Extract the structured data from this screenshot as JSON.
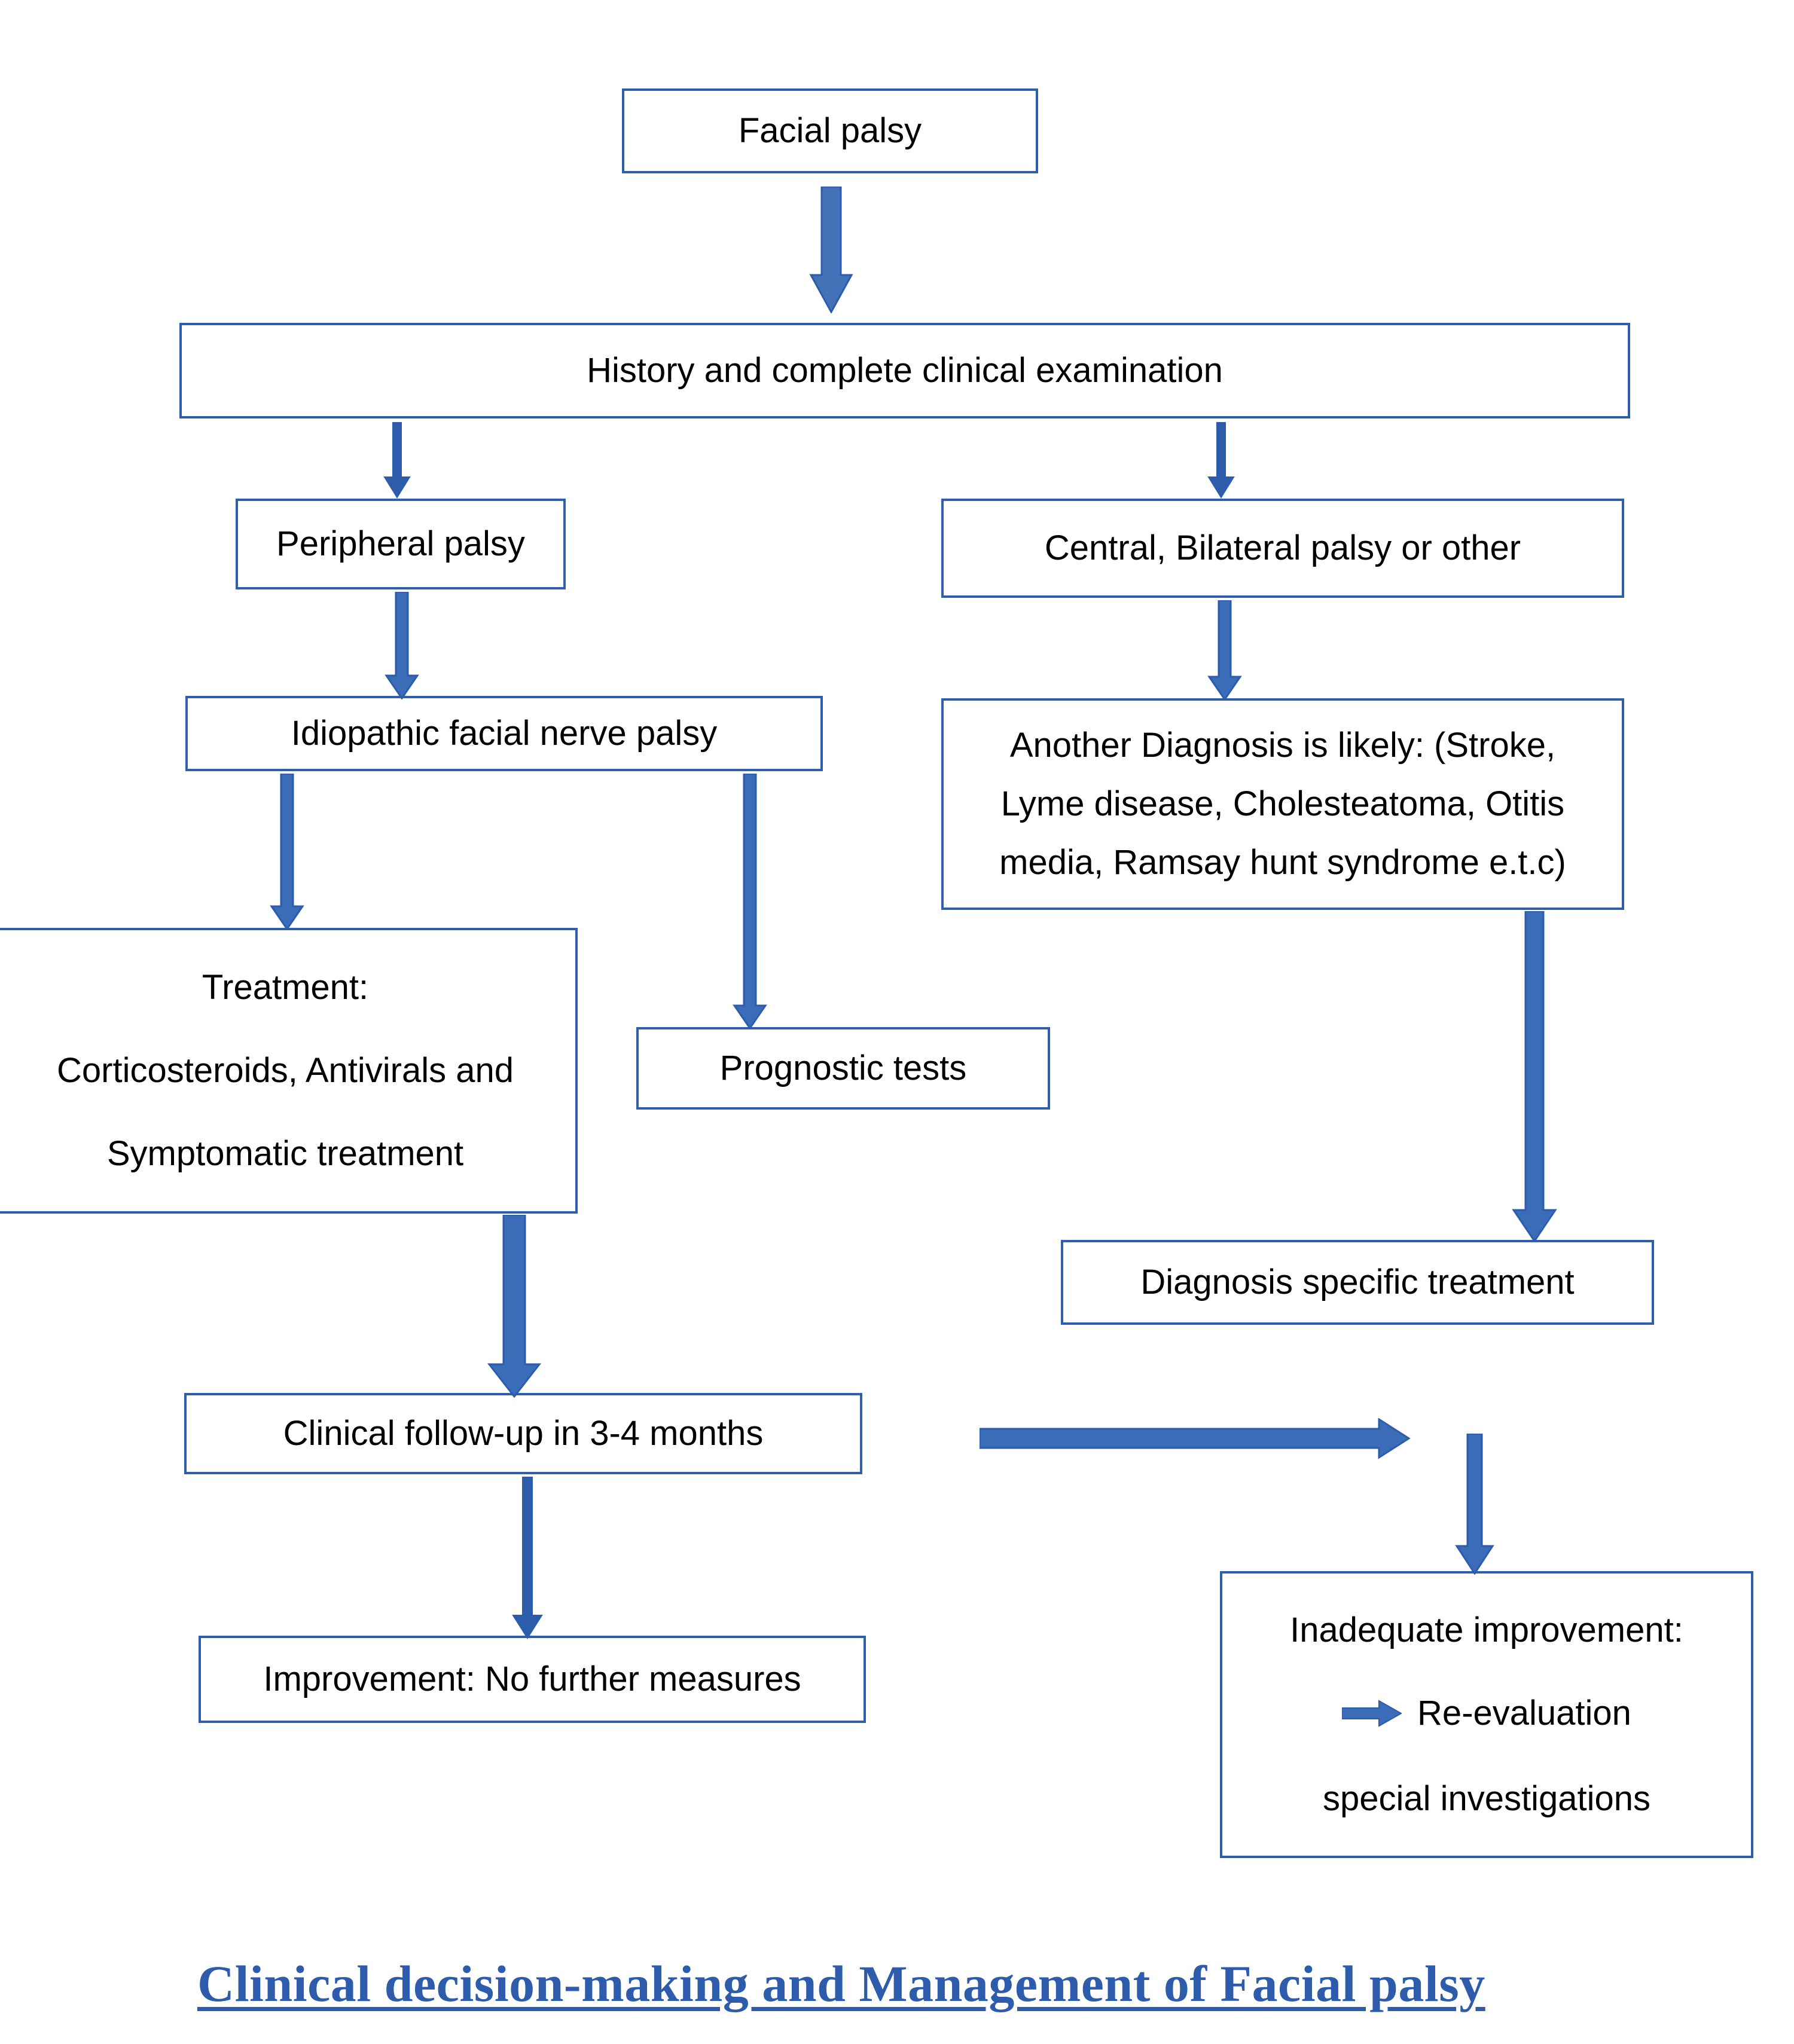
{
  "diagram": {
    "title": "Clinical decision-making and Management of Facial palsy",
    "accent_color": "#2E5FAC",
    "arrow_color": "#3A6CB8",
    "title_color": "#2C5CAB",
    "text_color": "#000000",
    "background": "#ffffff",
    "type": "flowchart"
  },
  "nodes": {
    "facial_palsy": {
      "text": "Facial palsy"
    },
    "history": {
      "text": "History and complete clinical examination"
    },
    "peripheral": {
      "text": "Peripheral palsy"
    },
    "central": {
      "text": "Central, Bilateral palsy or other"
    },
    "idiopathic": {
      "text": "Idiopathic facial nerve palsy"
    },
    "another_diagnosis": {
      "lines": [
        "Another Diagnosis is likely: (Stroke,",
        "Lyme disease, Cholesteatoma, Otitis",
        "media, Ramsay hunt syndrome e.t.c)"
      ]
    },
    "treatment": {
      "lines": [
        "Treatment:",
        "Corticosteroids, Antivirals and",
        "Symptomatic treatment"
      ]
    },
    "prognostic": {
      "text": "Prognostic tests"
    },
    "dx_specific": {
      "text": "Diagnosis specific treatment"
    },
    "followup": {
      "text": "Clinical follow-up in 3-4 months"
    },
    "improvement": {
      "text": "Improvement: No further measures"
    },
    "inadequate": {
      "lines": [
        "Inadequate improvement:",
        "Re-evaluation",
        "special investigations"
      ]
    }
  },
  "edges": [
    {
      "id": "facial-to-history",
      "from": "facial_palsy",
      "to": "history"
    },
    {
      "id": "history-to-peripheral",
      "from": "history",
      "to": "peripheral"
    },
    {
      "id": "history-to-central",
      "from": "history",
      "to": "central"
    },
    {
      "id": "peripheral-to-idiopathic",
      "from": "peripheral",
      "to": "idiopathic"
    },
    {
      "id": "central-to-another",
      "from": "central",
      "to": "another_diagnosis"
    },
    {
      "id": "idiopathic-to-treatment",
      "from": "idiopathic",
      "to": "treatment"
    },
    {
      "id": "idiopathic-to-prognostic",
      "from": "idiopathic",
      "to": "prognostic"
    },
    {
      "id": "another-to-dxspecific",
      "from": "another_diagnosis",
      "to": "dx_specific"
    },
    {
      "id": "treatment-to-followup",
      "from": "treatment",
      "to": "followup"
    },
    {
      "id": "followup-to-improvement",
      "from": "followup",
      "to": "improvement"
    },
    {
      "id": "followup-to-right",
      "from": "followup",
      "to": "inadequate"
    },
    {
      "id": "right-to-inadequate",
      "from": "dx_specific",
      "to": "inadequate"
    }
  ]
}
